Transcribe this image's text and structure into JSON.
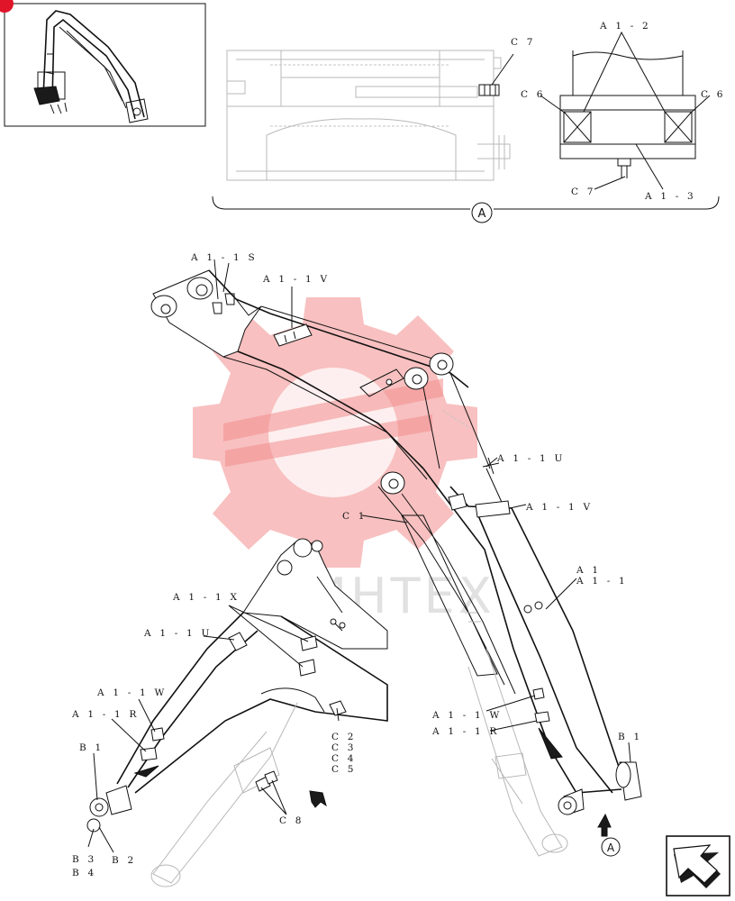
{
  "labels": {
    "detail_a_tag": "A",
    "arrow_ref_tag": "A",
    "c7_top": "C 7",
    "a1_2": "A 1 - 2",
    "c6_left": "C 6",
    "c6_right": "C 6",
    "c7_bottom": "C 7",
    "a1_3": "A 1 - 3",
    "a1_1s": "A 1 - 1 S",
    "a1_1v_top": "A 1 - 1 V",
    "a1_1u_right": "A 1 - 1 U",
    "a1_1v_right": "A 1 - 1 V",
    "c1": "C 1",
    "a1": "A 1",
    "a1_1": "A 1 - 1",
    "a1_1x": "A 1 - 1 X",
    "a1_1u_left": "A 1 - 1 U",
    "a1_1w_left": "A 1 - 1 W",
    "a1_1r_left": "A 1 - 1 R",
    "b1_left": "B 1",
    "b3": "B 3",
    "b4": "B 4",
    "b2": "B 2",
    "c2": "C 2",
    "c3": "C 3",
    "c4": "C 4",
    "c5": "C 5",
    "c8": "C 8",
    "a1_1w_right": "A 1 - 1 W",
    "a1_1r_right": "A 1 - 1 R",
    "b1_right": "B 1"
  },
  "watermark": {
    "text": "ЛИНТЕХ",
    "color": "#f28d8d"
  },
  "badge_color": "#e0152a"
}
